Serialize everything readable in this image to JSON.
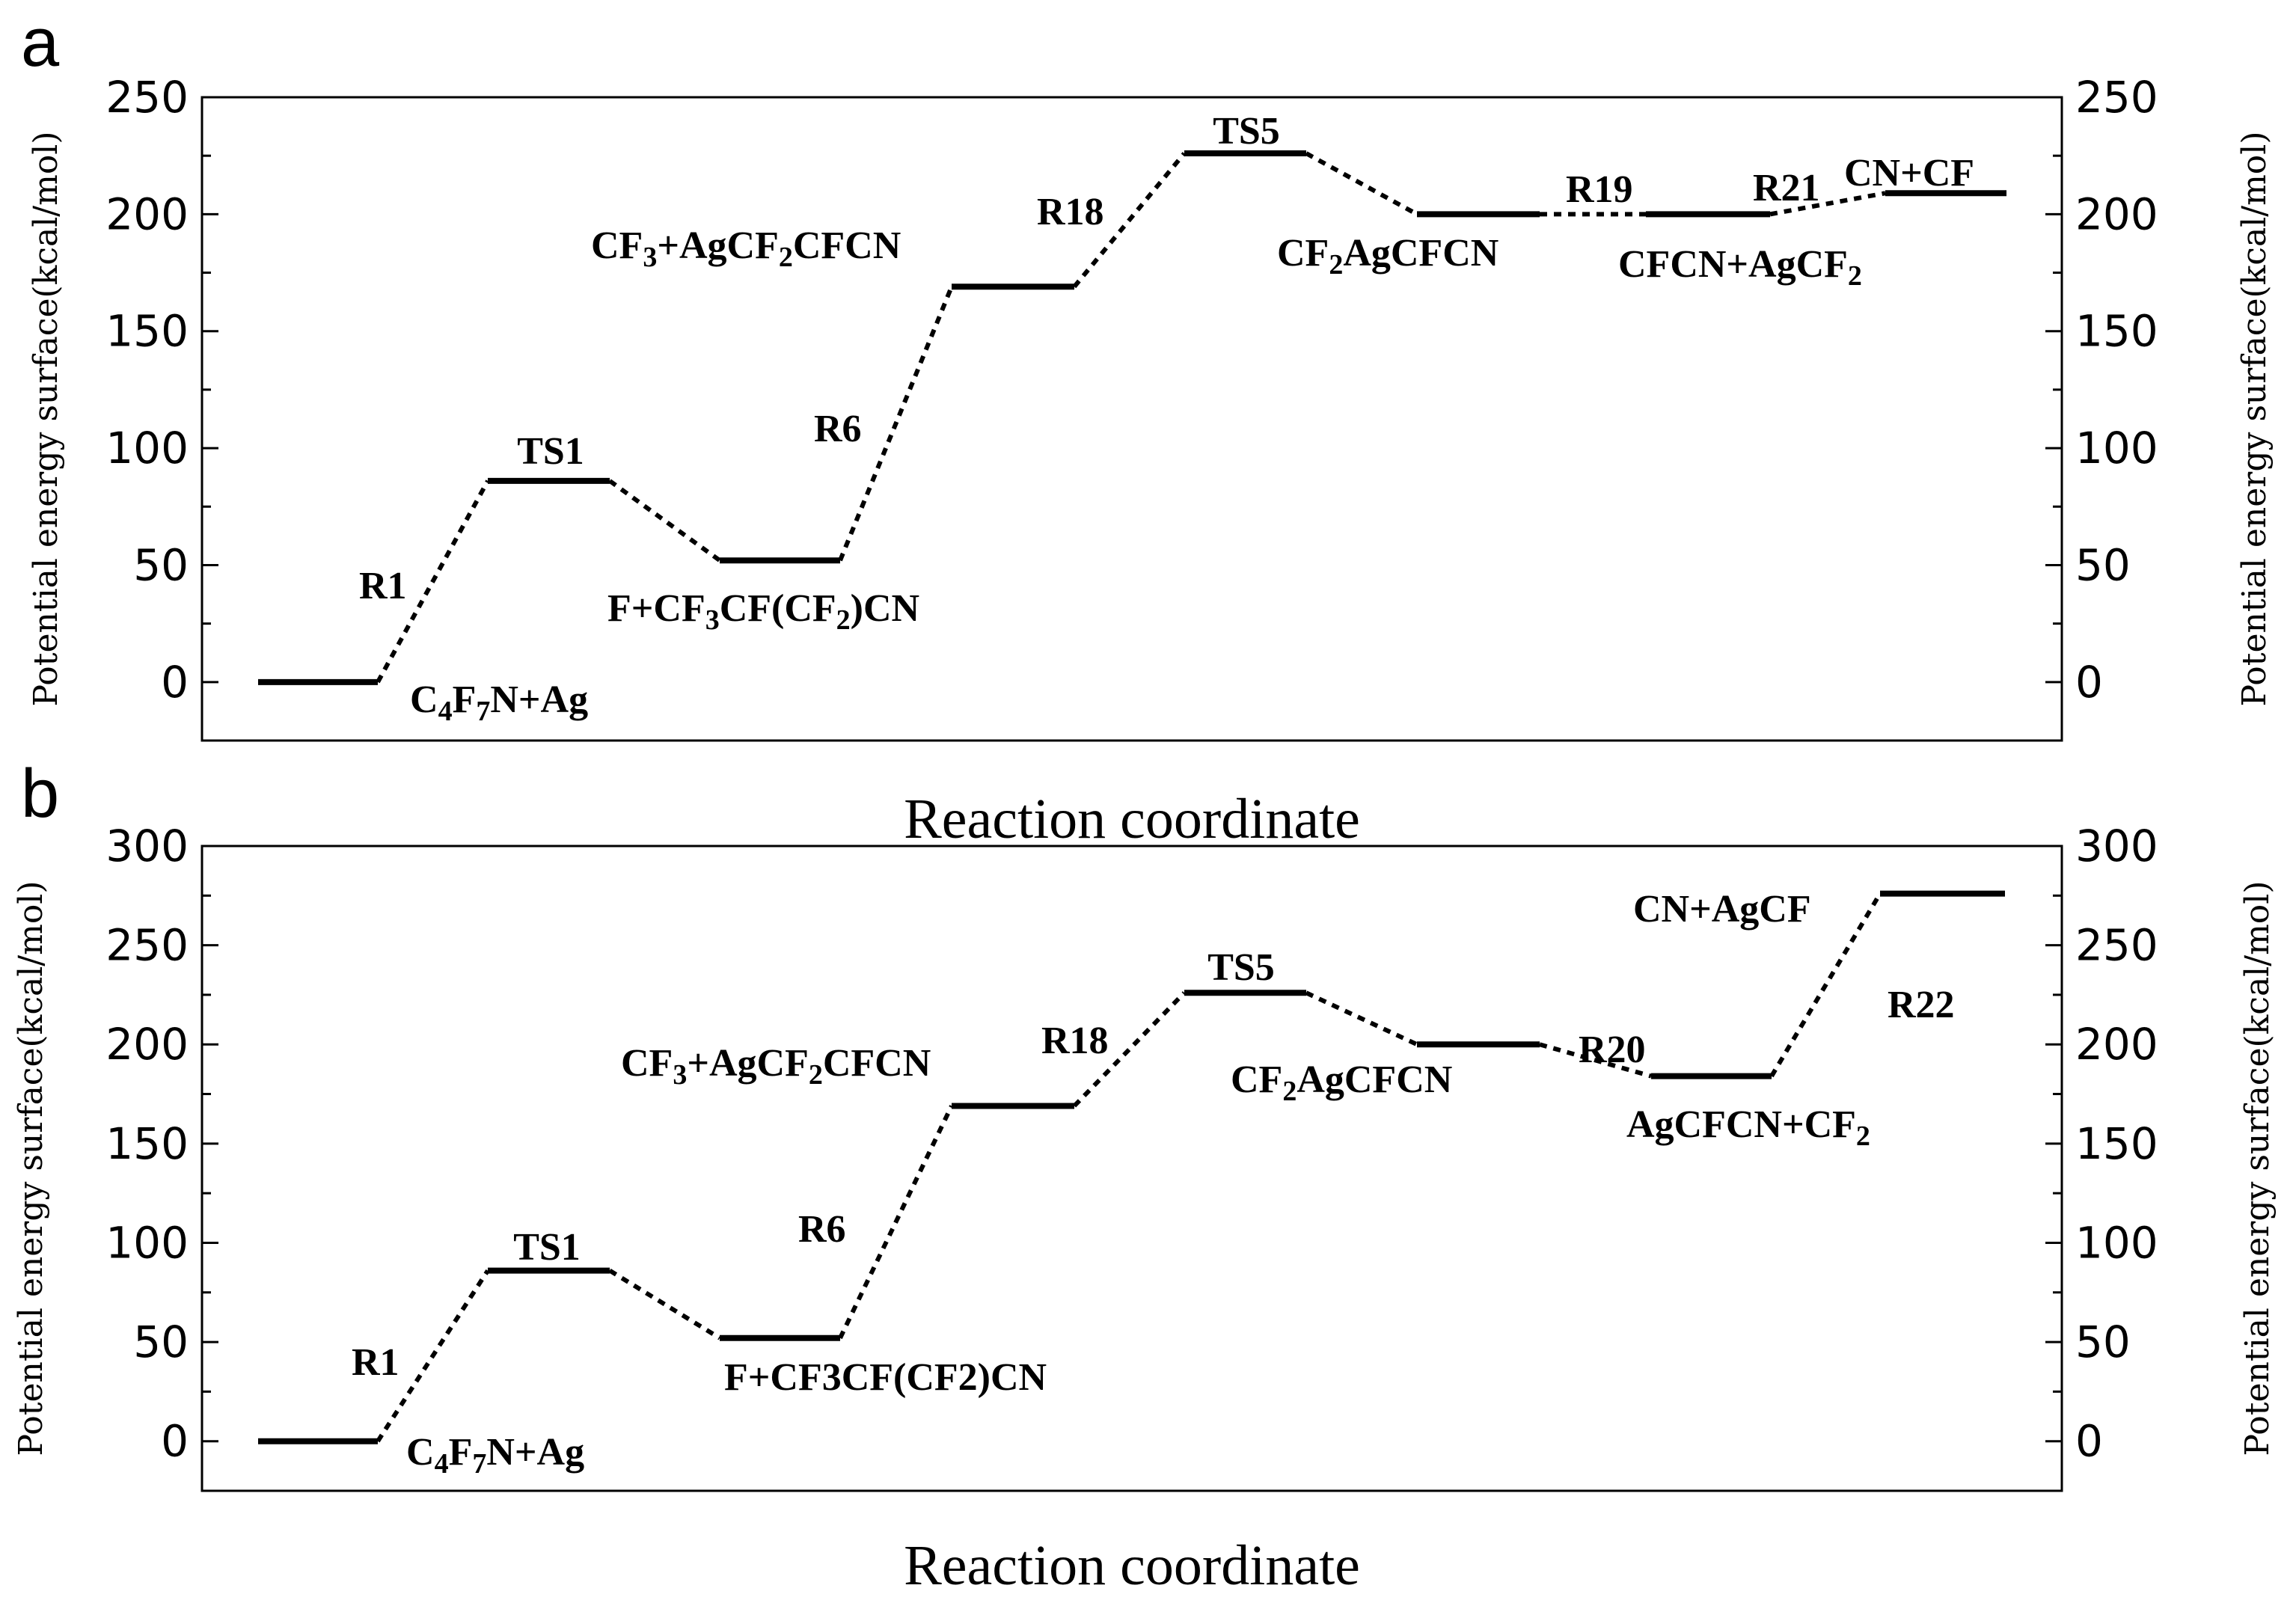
{
  "chart_data": [
    {
      "type": "line",
      "panel_label": "a",
      "xlabel": "Reaction coordinate",
      "ylabel": "Potential energy surface(kcal/mol)",
      "ylim": [
        -25,
        250
      ],
      "yticks": [
        0,
        50,
        100,
        150,
        200,
        250
      ],
      "grid": false,
      "legend": "none",
      "levels": [
        {
          "label": "C4F7N+Ag",
          "value": 0
        },
        {
          "label": "TS1",
          "value": 86
        },
        {
          "label": "F+CF3CF(CF2)CN",
          "value": 52
        },
        {
          "label": "CF3+AgCF2CFCN",
          "value": 169
        },
        {
          "label": "TS5",
          "value": 226
        },
        {
          "label": "CF2AgCFCN",
          "value": 200
        },
        {
          "label": "CFCN+AgCF2",
          "value": 200
        },
        {
          "label": "CN+CF",
          "value": 209
        }
      ],
      "steps": [
        "R1",
        "R6",
        "R18",
        "R19",
        "R21"
      ],
      "annotations": [
        {
          "text": "C",
          "sub1": "4",
          "mid1": "F",
          "sub2": "7",
          "tail": "N+Ag"
        },
        {
          "text": "TS1"
        },
        {
          "text": "F+CF",
          "sub1": "3",
          "mid1": "CF(CF",
          "sub2": "2",
          "tail": ")CN"
        },
        {
          "text": "CF",
          "sub1": "3",
          "mid1": "+AgCF",
          "sub2": "2",
          "tail": "CFCN"
        },
        {
          "text": "TS5"
        },
        {
          "text": "CF",
          "sub1": "2",
          "tail": "AgCFCN"
        },
        {
          "text": "CFCN+AgCF",
          "sub1": "2"
        },
        {
          "text": "CN+CF"
        }
      ]
    },
    {
      "type": "line",
      "panel_label": "b",
      "xlabel": "Reaction coordinate",
      "ylabel": "Potential energy surface(kcal/mol)",
      "ylim": [
        -25,
        300
      ],
      "yticks": [
        0,
        50,
        100,
        150,
        200,
        250,
        300
      ],
      "grid": false,
      "legend": "none",
      "levels": [
        {
          "label": "C4F7N+Ag",
          "value": 0
        },
        {
          "label": "TS1",
          "value": 86
        },
        {
          "label": "F+CF3CF(CF2)CN",
          "value": 52
        },
        {
          "label": "CF3+AgCF2CFCN",
          "value": 169
        },
        {
          "label": "TS5",
          "value": 226
        },
        {
          "label": "CF2AgCFCN",
          "value": 200
        },
        {
          "label": "AgCFCN+CF2",
          "value": 184
        },
        {
          "label": "CN+AgCF",
          "value": 276
        }
      ],
      "steps": [
        "R1",
        "R6",
        "R18",
        "R20",
        "R22"
      ],
      "annotations": [
        {
          "text": "C",
          "sub1": "4",
          "mid1": "F",
          "sub2": "7",
          "tail": "N+Ag"
        },
        {
          "text": "TS1"
        },
        {
          "text": "F+CF3CF(CF2)CN"
        },
        {
          "text": "CF",
          "sub1": "3",
          "mid1": "+AgCF",
          "sub2": "2",
          "tail": "CFCN"
        },
        {
          "text": "TS5"
        },
        {
          "text": "CF",
          "sub1": "2",
          "tail": "AgCFCN"
        },
        {
          "text": "AgCFCN+CF",
          "sub1": "2"
        },
        {
          "text": "CN+AgCF"
        }
      ]
    }
  ]
}
